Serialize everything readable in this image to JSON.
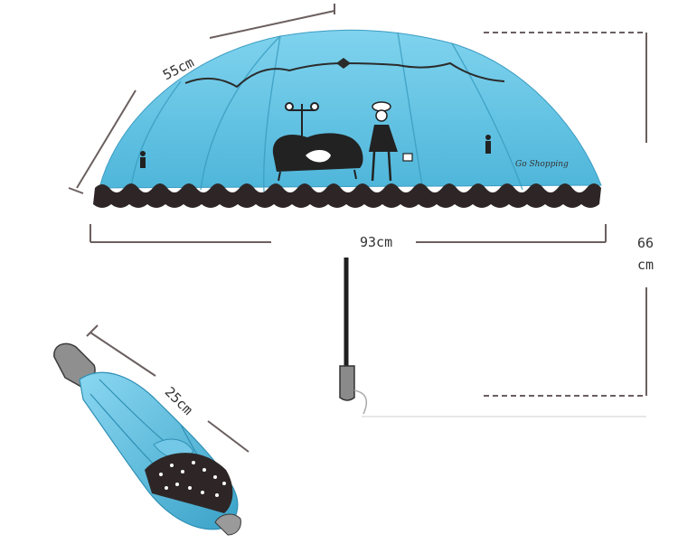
{
  "dimensions": {
    "canopy_length": "55cm",
    "open_width": "93cm",
    "open_height_value": "66",
    "open_height_unit": "cm",
    "folded_length": "25cm"
  },
  "colors": {
    "canopy_blue": "#63c3e2",
    "canopy_dark": "#3fa6c9",
    "ruffle": "#2e2626",
    "dimension_line": "#6b5f5f",
    "handle": "#222222"
  },
  "canopy_text": {
    "right_script": "Go Shopping"
  }
}
